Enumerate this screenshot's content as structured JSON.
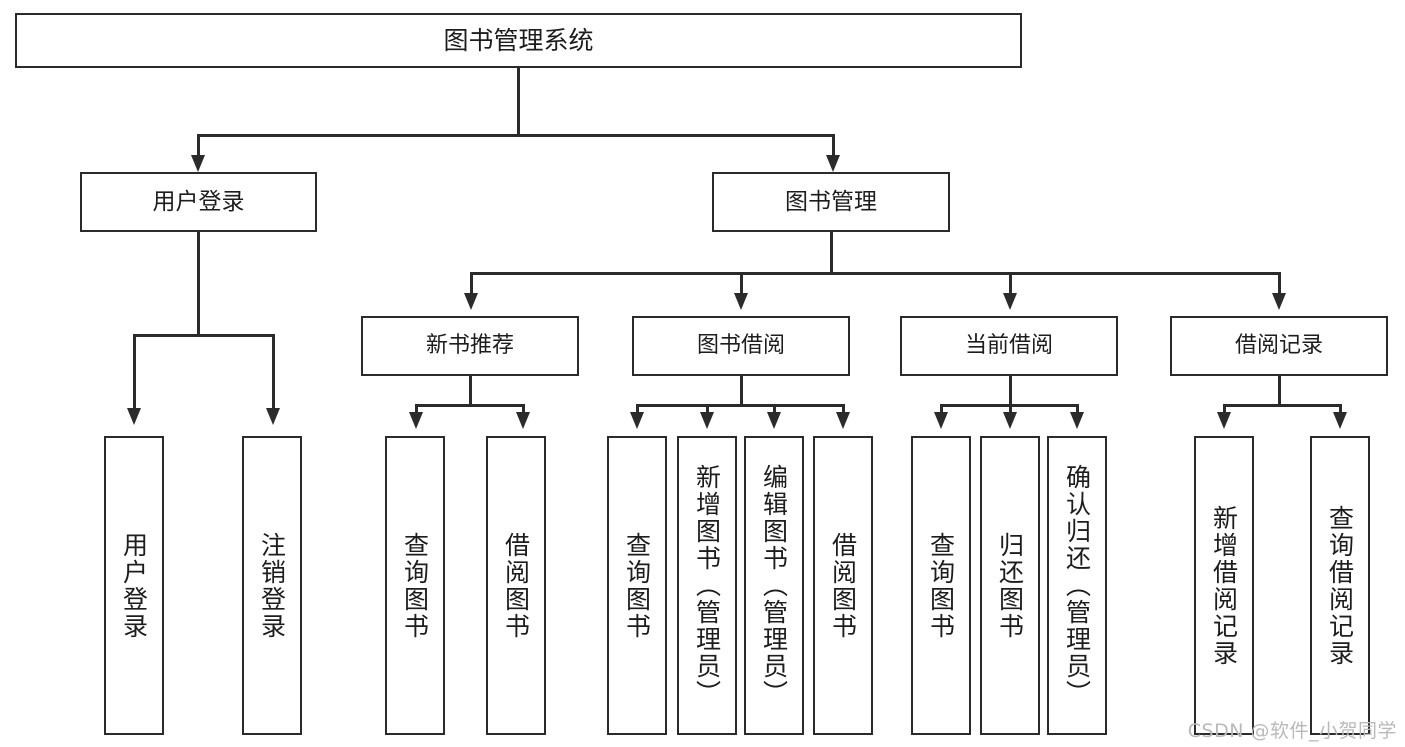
{
  "diagram": {
    "title": "图书管理系统",
    "type": "hierarchy-tree",
    "root": {
      "label": "图书管理系统",
      "id": "root"
    },
    "level1": [
      {
        "id": "user-login",
        "label": "用户登录"
      },
      {
        "id": "book-manage",
        "label": "图书管理"
      }
    ],
    "level2": [
      {
        "id": "new-book-recommend",
        "label": "新书推荐",
        "parent": "book-manage"
      },
      {
        "id": "book-borrow",
        "label": "图书借阅",
        "parent": "book-manage"
      },
      {
        "id": "current-borrow",
        "label": "当前借阅",
        "parent": "book-manage"
      },
      {
        "id": "borrow-record",
        "label": "借阅记录",
        "parent": "book-manage"
      }
    ],
    "leaves": [
      {
        "id": "leaf-user-login",
        "label": "用户登录",
        "parent": "user-login"
      },
      {
        "id": "leaf-logout",
        "label": "注销登录",
        "parent": "user-login"
      },
      {
        "id": "leaf-query-book-1",
        "label": "查询图书",
        "parent": "new-book-recommend"
      },
      {
        "id": "leaf-borrow-book-1",
        "label": "借阅图书",
        "parent": "new-book-recommend"
      },
      {
        "id": "leaf-query-book-2",
        "label": "查询图书",
        "parent": "book-borrow"
      },
      {
        "id": "leaf-add-book",
        "label": "新增图书（管理员）",
        "parent": "book-borrow"
      },
      {
        "id": "leaf-edit-book",
        "label": "编辑图书（管理员）",
        "parent": "book-borrow"
      },
      {
        "id": "leaf-borrow-book-2",
        "label": "借阅图书",
        "parent": "book-borrow"
      },
      {
        "id": "leaf-query-book-3",
        "label": "查询图书",
        "parent": "current-borrow"
      },
      {
        "id": "leaf-return-book",
        "label": "归还图书",
        "parent": "current-borrow"
      },
      {
        "id": "leaf-confirm-return",
        "label": "确认归还（管理员）",
        "parent": "current-borrow"
      },
      {
        "id": "leaf-add-record",
        "label": "新增借阅记录",
        "parent": "borrow-record"
      },
      {
        "id": "leaf-query-record",
        "label": "查询借阅记录",
        "parent": "borrow-record"
      }
    ]
  },
  "watermark": {
    "text": "CSDN @软件_小贺同学"
  },
  "colors": {
    "stroke": "#2b2b2b",
    "background": "#ffffff",
    "text": "#1d1d1d",
    "watermark": "#b9b9b9"
  }
}
